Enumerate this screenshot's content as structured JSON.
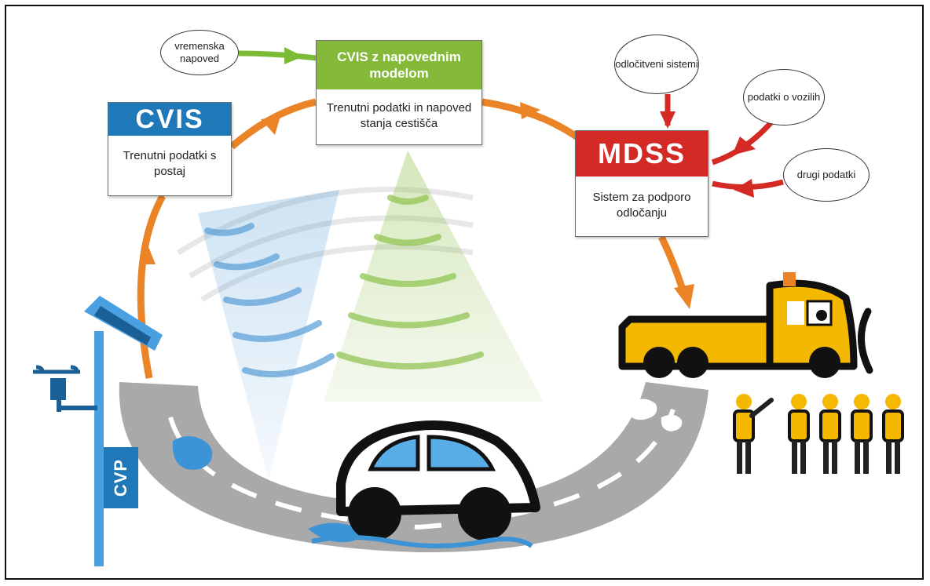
{
  "boxes": {
    "cvis": {
      "title": "CVIS",
      "body": "Trenutni podatki s postaj",
      "color": "#1f78b8"
    },
    "model": {
      "title": "CVIS z napovednim modelom",
      "body": "Trenutni podatki in napoved stanja cestišča",
      "color": "#85b93a"
    },
    "mdss": {
      "title": "MDSS",
      "body": "Sistem za podporo odločanju",
      "color": "#d42a26"
    }
  },
  "bubbles": {
    "forecast": "vremenska napoved",
    "decision": "odločitveni sistemi",
    "vehicle": "podatki o vozilih",
    "other": "drugi podatki"
  },
  "station": {
    "label": "CVP"
  },
  "colors": {
    "arrow_cycle": "#ea8427",
    "arrow_forecast": "#7cbb35",
    "arrow_inputs": "#d42a26",
    "road": "#a9a9a9",
    "water": "#2f86c9",
    "truck": "#f5b800",
    "workers": "#f5b800"
  },
  "icons": [
    "weather-station-icon",
    "roadside-sensor-icon",
    "car-icon",
    "snowplow-truck-icon",
    "road-worker-icon",
    "water-puddle-icon",
    "radio-wave-icon"
  ]
}
